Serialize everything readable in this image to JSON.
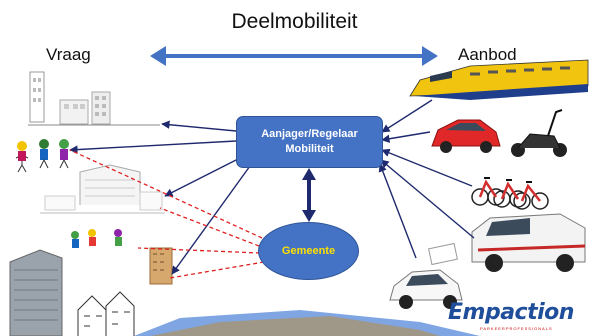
{
  "title": "Deelmobiliteit",
  "left_label": "Vraag",
  "right_label": "Aanbod",
  "hub": {
    "line1": "Aanjager/Regelaar",
    "line2": "Mobiliteit"
  },
  "municipality": "Gemeente",
  "logo": {
    "text": "Empaction",
    "tagline": "PARKEERPROFESSIONALS"
  },
  "colors": {
    "node_fill": "#4472c4",
    "node_border": "#2f5597",
    "arrow_navy": "#1f2a6e",
    "dashed_red": "#e02020",
    "municipality_text": "#ffe000",
    "logo_blue": "#1f4e9a"
  },
  "demand_images": [
    "apartment-buildings",
    "walking-people-icons",
    "residential-building-sketch",
    "people-icons-with-building",
    "office-and-houses-sketch"
  ],
  "supply_images": [
    "train",
    "red-shared-car",
    "electric-scooter",
    "shared-bicycles",
    "white-shared-car",
    "white-fiat-car"
  ]
}
